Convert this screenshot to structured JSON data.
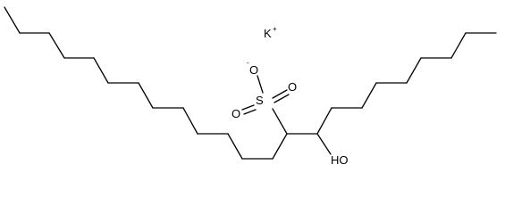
{
  "structure": {
    "labels": {
      "potassium": "K",
      "potassium_charge": "+",
      "oxygen_anion": "O",
      "anion_charge": "-",
      "sulfur": "S",
      "oxygen_top": "O",
      "oxygen_left": "O",
      "hydroxyl": "HO"
    },
    "colors": {
      "bond": "#000000",
      "text": "#000000",
      "background": "#ffffff"
    }
  }
}
